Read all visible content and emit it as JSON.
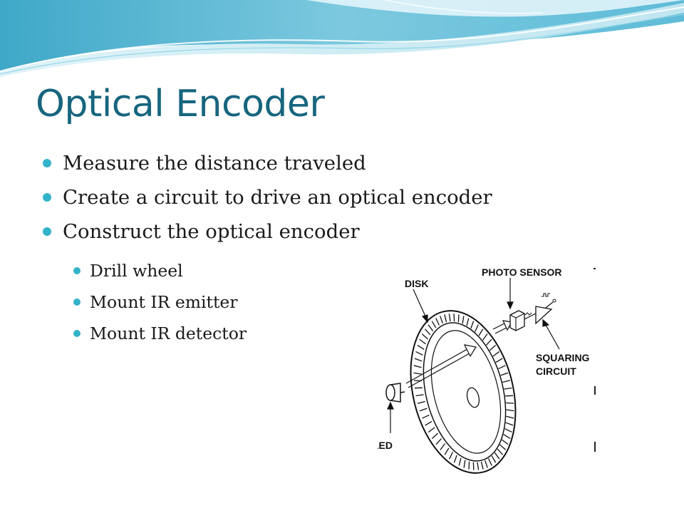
{
  "slide": {
    "title": "Optical Encoder",
    "bullets": [
      "Measure the distance traveled",
      "Create a circuit to drive an optical encoder",
      "Construct the optical encoder"
    ],
    "sub_bullets": [
      "Drill wheel",
      "Mount IR emitter",
      "Mount IR detector"
    ]
  },
  "figure": {
    "labels": {
      "disk": "DISK",
      "photo_sensor": "PHOTO SENSOR",
      "squaring_line1": "SQUARING",
      "squaring_line2": "CIRCUIT",
      "led": "LED"
    }
  },
  "colors": {
    "title": "#17657e",
    "bullet": "#33b3c9",
    "banner_dark": "#3fa8c8",
    "banner_light": "#c9ecf4"
  }
}
